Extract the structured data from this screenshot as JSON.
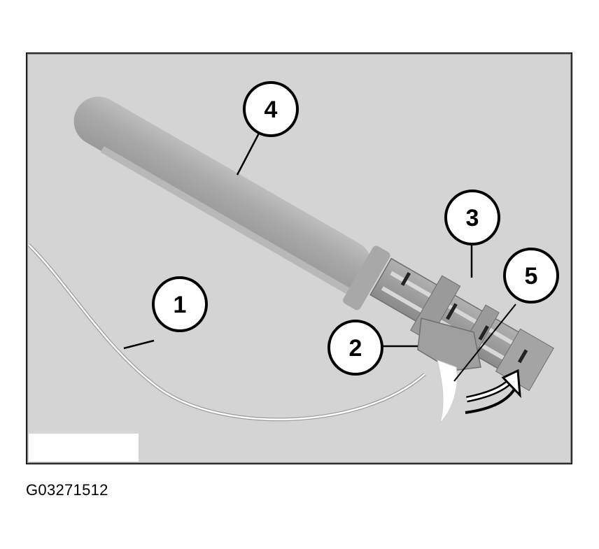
{
  "figure": {
    "id_caption": "G03271512",
    "background_color": "#d4d4d4",
    "border_color": "#000000",
    "callouts": [
      {
        "number": "1",
        "label": "1"
      },
      {
        "number": "2",
        "label": "2"
      },
      {
        "number": "3",
        "label": "3"
      },
      {
        "number": "4",
        "label": "4"
      },
      {
        "number": "5",
        "label": "5"
      }
    ],
    "direction_arrow": "curved-arrow-clockwise"
  }
}
